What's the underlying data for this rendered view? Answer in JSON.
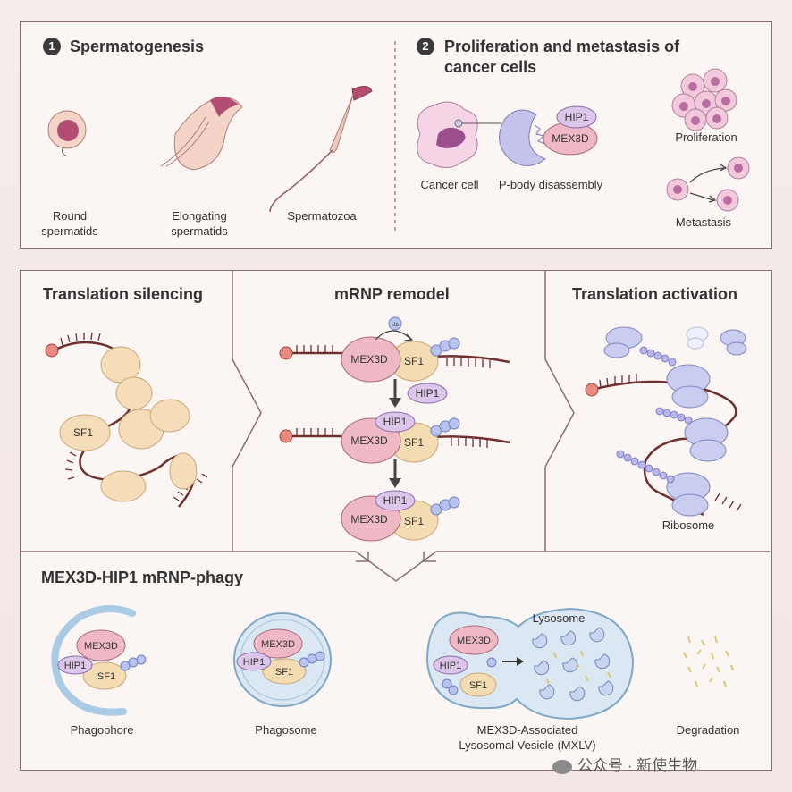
{
  "top": {
    "section1": {
      "number": "1",
      "title": "Spermatogenesis",
      "stages": [
        "Round\nspermatids",
        "Elongating\nspermatids",
        "Spermatozoa"
      ]
    },
    "section2": {
      "number": "2",
      "title_line1": "Proliferation and metastasis of",
      "title_line2": "cancer cells",
      "labels": {
        "cancer_cell": "Cancer cell",
        "pbody": "P-body disassembly",
        "proliferation": "Proliferation",
        "metastasis": "Metastasis"
      }
    }
  },
  "middle": {
    "silencing_title": "Translation silencing",
    "remodel_title": "mRNP remodel",
    "activation_title": "Translation activation",
    "ribosome_label": "Ribosome"
  },
  "bottom": {
    "title": "MEX3D-HIP1 mRNP-phagy",
    "stages": [
      "Phagophore",
      "Phagosome",
      "MEX3D-Associated\nLysosomal Vesicle (MXLV)",
      "Degradation"
    ],
    "lysosome_label": "Lysosome"
  },
  "proteins": {
    "mex3d": "MEX3D",
    "sf1": "SF1",
    "hip1": "HIP1",
    "ub": "Ub"
  },
  "watermark": "公众号 · 新使生物",
  "colors": {
    "mex3d": "#eeb8c4",
    "sf1": "#f3dcb2",
    "hip1": "#dcc6ea",
    "blob": "#f4ddb8",
    "ribosome": "#c9cdef",
    "rna": "#6e2f2f",
    "border": "#8a6e6e"
  }
}
